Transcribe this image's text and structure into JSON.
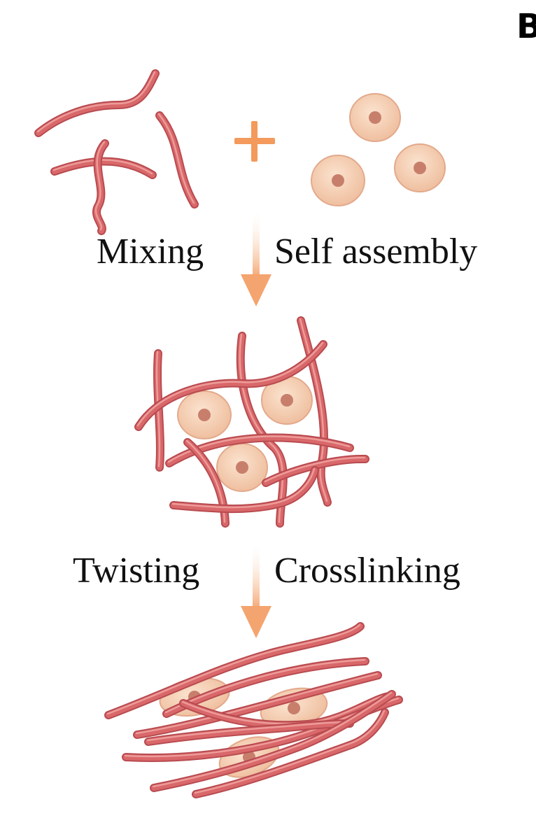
{
  "panel_label": "B",
  "steps": {
    "step1_left": "Mixing",
    "step1_right": "Self assembly",
    "step2_left": "Twisting",
    "step2_right": "Crosslinking"
  },
  "colors": {
    "fiber": "#d9686a",
    "fiber_dark": "#b84b50",
    "fiber_highlight": "#f1a7a5",
    "cell": "#f4cdb0",
    "cell_edge": "#e3a98b",
    "nucleus": "#c77f6b",
    "arrow": "#f4a46e",
    "plus": "#f39a5c"
  }
}
